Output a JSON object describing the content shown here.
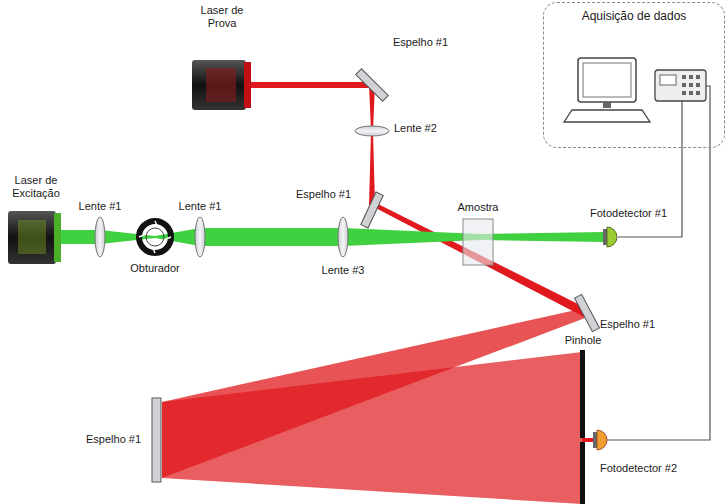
{
  "diagram": {
    "nodes": [
      {
        "text": [
          "Aquisição de dados"
        ]
      }
    ],
    "labels": [
      "Laser de Prova",
      "Espelho #1",
      "Lente #2",
      "Laser de Excitação",
      "Lente #1",
      "Obturador",
      "Lente #1",
      "Espelho #1",
      "Lente #3",
      "Amostra",
      "Fotodetector #1",
      "Espelho #1",
      "Espelho #1",
      "Pinhole",
      "Fotodetector #2"
    ]
  }
}
